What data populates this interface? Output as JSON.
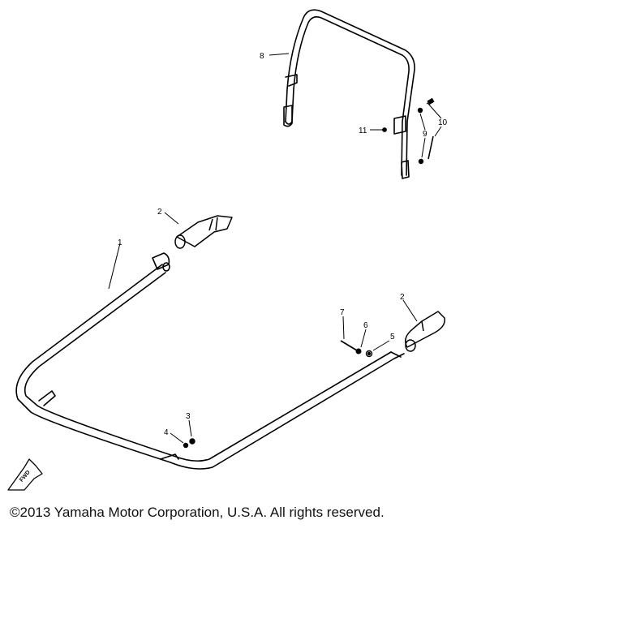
{
  "diagram": {
    "callouts": [
      {
        "id": "c1",
        "label": "1"
      },
      {
        "id": "c2a",
        "label": "2"
      },
      {
        "id": "c2b",
        "label": "2"
      },
      {
        "id": "c3",
        "label": "3"
      },
      {
        "id": "c4",
        "label": "4"
      },
      {
        "id": "c5",
        "label": "5"
      },
      {
        "id": "c6",
        "label": "6"
      },
      {
        "id": "c7",
        "label": "7"
      },
      {
        "id": "c8",
        "label": "8"
      },
      {
        "id": "c9",
        "label": "9"
      },
      {
        "id": "c10",
        "label": "10"
      },
      {
        "id": "c11",
        "label": "11"
      }
    ],
    "fwd_label": "FWD"
  },
  "footer": {
    "copyright": "©2013 Yamaha Motor Corporation, U.S.A. All rights reserved."
  },
  "colors": {
    "line": "#000000",
    "background": "#ffffff"
  }
}
